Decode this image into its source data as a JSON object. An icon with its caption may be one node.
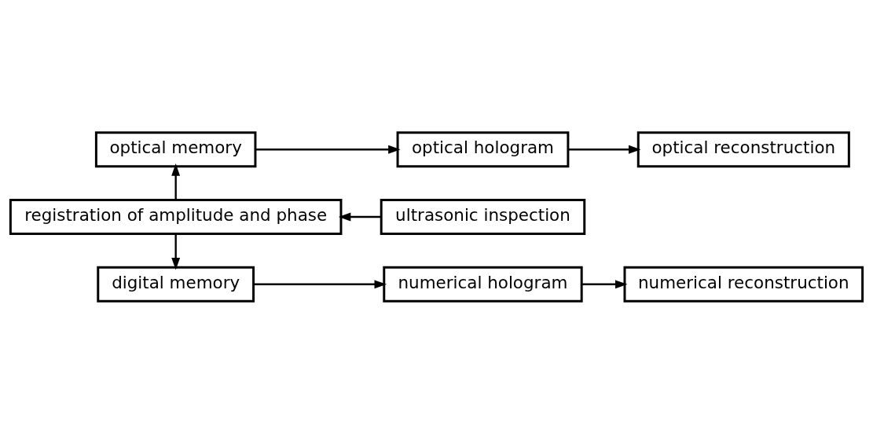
{
  "diagram": {
    "nodes": [
      {
        "text": [
          "optical memory"
        ]
      },
      {
        "text": [
          "optical hologram"
        ]
      },
      {
        "text": [
          "optical reconstruction"
        ]
      },
      {
        "text": [
          "ultrasonic inspection"
        ]
      },
      {
        "text": [
          "registration of amplitude and phase"
        ]
      },
      {
        "text": [
          "digital memory"
        ]
      },
      {
        "text": [
          "numerical hologram"
        ]
      },
      {
        "text": [
          "numerical reconstruction"
        ]
      }
    ],
    "edges": [
      {
        "from": 3,
        "to": 4,
        "arrow": "to"
      },
      {
        "from": 4,
        "to": 0,
        "arrow": "to"
      },
      {
        "from": 4,
        "to": 5,
        "arrow": "to"
      },
      {
        "from": 0,
        "to": 1,
        "arrow": "to"
      },
      {
        "from": 1,
        "to": 2,
        "arrow": "to"
      },
      {
        "from": 5,
        "to": 6,
        "arrow": "to"
      },
      {
        "from": 6,
        "to": 7,
        "arrow": "to"
      }
    ]
  }
}
